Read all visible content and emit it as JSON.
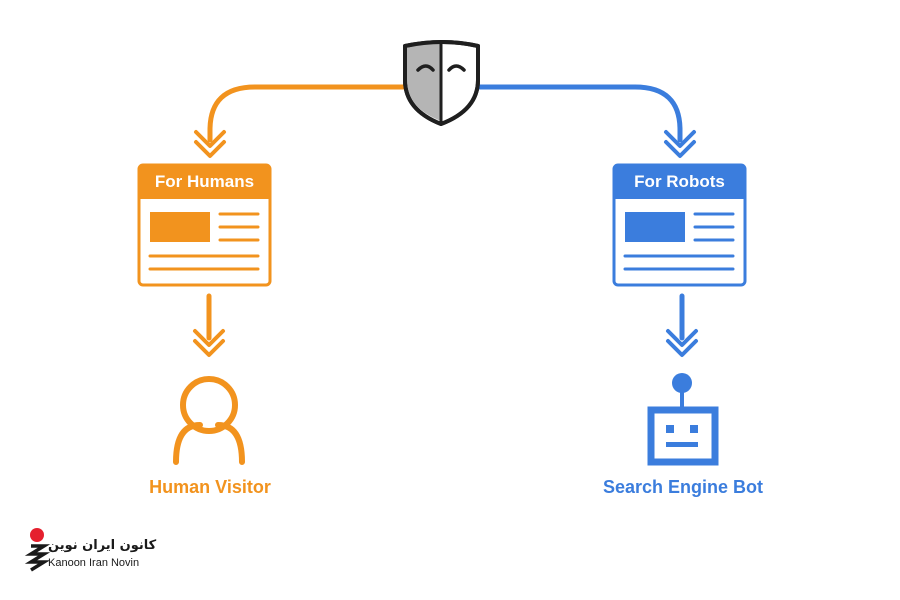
{
  "colors": {
    "human": "#F2931E",
    "robot": "#3B7DDD",
    "mask_outline": "#1F1F1F",
    "mask_left": "#B5B5B5",
    "mask_right": "#FFFFFF",
    "logo_red": "#E5202E",
    "logo_dark": "#1A1A1A"
  },
  "mask": {
    "icon": "theater-mask-icon"
  },
  "human_branch": {
    "page_title": "For Humans",
    "label": "Human Visitor",
    "icon": "person-icon"
  },
  "robot_branch": {
    "page_title": "For Robots",
    "label": "Search Engine Bot",
    "icon": "robot-icon"
  },
  "logo": {
    "text_fa": "کانون ایران نوین",
    "text_en": "Kanoon Iran Novin"
  }
}
